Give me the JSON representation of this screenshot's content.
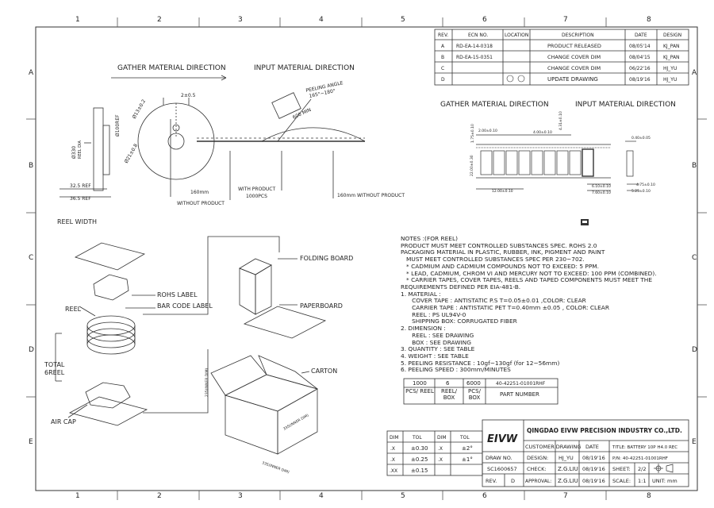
{
  "grid": {
    "cols": [
      "1",
      "2",
      "3",
      "4",
      "5",
      "6",
      "7",
      "8"
    ],
    "rows": [
      "A",
      "B",
      "C",
      "D",
      "E"
    ]
  },
  "revision_table": {
    "headers": [
      "REV.",
      "ECN NO.",
      "LOCATION",
      "DESCRIPTION",
      "DATE",
      "DESIGN"
    ],
    "rows": [
      {
        "rev": "A",
        "ecn": "RD-EA-14-0318",
        "loc": "",
        "desc": "PRODUCT RELEASED",
        "date": "08/05'14",
        "design": "KJ_PAN"
      },
      {
        "rev": "B",
        "ecn": "RD-EA-15-0351",
        "loc": "",
        "desc": "CHANGE COVER DIM",
        "date": "08/04'15",
        "design": "KJ_PAN"
      },
      {
        "rev": "C",
        "ecn": "",
        "loc": "",
        "desc": "CHANGE COVER DIM",
        "date": "06/22'16",
        "design": "HJ_YU"
      },
      {
        "rev": "D",
        "ecn": "",
        "loc": "",
        "desc": "UPDATE DRAWING",
        "date": "08/19'16",
        "design": "HJ_YU"
      }
    ]
  },
  "reel_view": {
    "gather_label": "GATHER MATERIAL DIRECTION",
    "input_label": "INPUT MATERIAL DIRECTION",
    "peeling_angle": "PEELING ANGLE",
    "peeling_range": "165°~180°",
    "min_600": "600 MIN",
    "dim_2": "2±0.5",
    "dim_13": "Ø13±0.2",
    "dim_100": "Ø100REF",
    "dim_330": "Ø330",
    "reel_dia": "REEL DIA",
    "dim_21": "Ø21±0.8",
    "dim_325": "32.5 REF",
    "dim_365": "36.5 REF",
    "len_160": "160mm",
    "without_product": "WITHOUT PRODUCT",
    "with_product": "WITH PRODUCT",
    "pcs": "1000PCS",
    "len_160_without": "160mm WITHOUT PRODUCT",
    "reel_width": "REEL WIDTH"
  },
  "tape_view": {
    "gather_label": "GATHER MATERIAL DIRECTION",
    "input_label": "INPUT MATERIAL DIRECTION",
    "d_200": "2.00±0.10",
    "d_400": "4.00±0.10",
    "d_175": "1.75±0.10",
    "d_2200": "22.00±0.30",
    "d_4310": "4.31±0.10",
    "d_1200": "12.00±0.10",
    "d_610": "6.10±0.10",
    "d_760": "7.60±0.10",
    "d_040": "0.40±0.05",
    "d_475": "4.75±0.10",
    "d_525": "5.25±0.10"
  },
  "packaging": {
    "folding_board": "FOLDING BOARD",
    "paperboard": "PAPERBOARD",
    "carton": "CARTON",
    "rohs_label": "ROHS LABEL",
    "bar_code_label": "BAR CODE LABEL",
    "reel": "REEL",
    "total": "TOTAL",
    "six_reel": "6REEL",
    "air_cap": "AIR CAP",
    "inner_335a": "335(INNER DIM)",
    "inner_335b": "335(INNER DIM)",
    "inner_235": "235(INNER DIM)"
  },
  "notes": {
    "lines": [
      "NOTES :(FOR REEL)",
      "PRODUCT MUST MEET CONTROLLED SUBSTANCES SPEC. ROHS 2.0",
      "PACKAGING MATERIAL IN PLASTIC, RUBBER, INK, PIGMENT AND PAINT",
      "   MUST MEET CONTROLLED SUBSTANCES SPEC PER 230~702.",
      "   * CADMIUM AND CADMIUM COMPOUNDS NOT TO EXCEED: 5 PPM.",
      "   * LEAD, CADMIUM, CHROM VI AND MERCURY NOT TO EXCEED: 100 PPM (COMBINED).",
      "   * CARRIER TAPES, COVER TAPES, REELS AND TAPED COMPONENTS MUST MEET THE",
      "REQUIREMENTS DEFINED PER EIA-481-B.",
      "1. MATERIAL :",
      "      COVER TAPE : ANTISTATIC P.S T=0.05±0.01 ,COLOR: CLEAR",
      "      CARRIER TAPE : ANTISTATIC PET T=0.40mm ±0.05 , COLOR: CLEAR",
      "      REEL : PS UL94V-0",
      "      SHIPPING BOX: CORRUGATED FIBER",
      "2. DIMENSION :",
      "      REEL : SEE DRAWING",
      "      BOX : SEE DRAWING",
      "3. QUANTITY : SEE TABLE",
      "4. WEIGHT : SEE TABLE",
      "5. PEELING RESISTANCE : 10gf~130gf (for 12~56mm)",
      "6. PEELING SPEED : 300mm/MINUTES"
    ]
  },
  "qty_table": {
    "values": [
      "1000",
      "6",
      "6000",
      "40-42251-01001RHF"
    ],
    "headers": [
      "PCS/ REEL",
      "REEL/ BOX",
      "PCS/ BOX",
      "PART NUMBER"
    ]
  },
  "tolerance": {
    "headers": [
      "DIM",
      "TOL",
      "DIM",
      "TOL"
    ],
    "rows": [
      [
        ".X",
        "±0.30",
        ".X",
        "±2°"
      ],
      [
        ".X",
        "±0.25",
        ".X",
        "±1°"
      ],
      [
        ".XX",
        "±0.15",
        "",
        ""
      ]
    ]
  },
  "title_block": {
    "logo": "EIVW",
    "company": "QINGDAO EIVW PRECISION INDUSTRY CO.,LTD.",
    "customer_drawing": "CUSTOMER DRAWING",
    "date_h": "DATE",
    "title": "TITLE: BATTERY 10P H4.0 REC",
    "draw_no_label": "DRAW NO.",
    "design_label": "DESIGN:",
    "design_name": "HJ_YU",
    "design_date": "08/19'16",
    "pn": "P/N:  40-42251-01001RHF",
    "draw_no": "SC1600657",
    "check_label": "CHECK:",
    "check_name": "Z.G.LIU",
    "check_date": "08/19'16",
    "sheet_label": "SHEET:",
    "sheet": "2/2",
    "rev_label": "REV.",
    "rev": "D",
    "approval_label": "APPROVAL:",
    "approval_name": "Z.G.LIU",
    "approval_date": "08/19'16",
    "scale_label": "SCALE:",
    "scale": "1:1",
    "unit": "UNIT: mm"
  }
}
